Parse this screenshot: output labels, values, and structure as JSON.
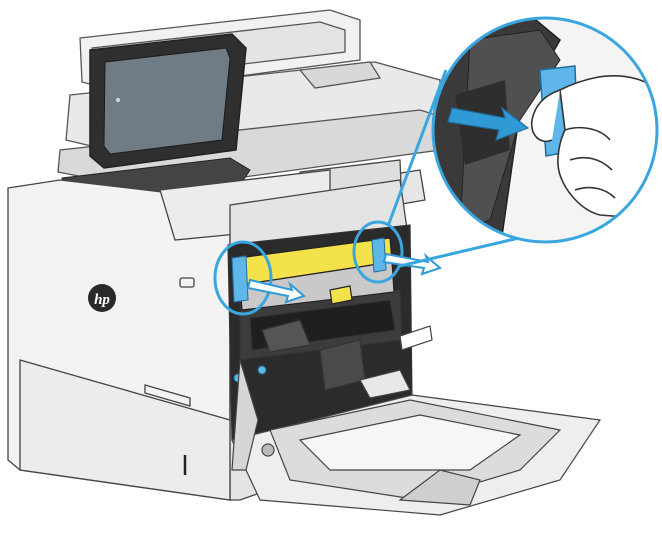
{
  "figure": {
    "subject": "printer-right-door-open-fuser-removal",
    "logo_text": "hp",
    "colors": {
      "body": "#ededed",
      "panel_dark": "#3a3a3a",
      "screen": "#6f7c86",
      "fuser_yellow": "#f4e24a",
      "handle_blue": "#5fb6e8",
      "arrow_blue": "#2f9ad6",
      "callout_line": "#3aa6e0",
      "interior": "#2b2b2b",
      "outline": "#444444"
    },
    "icons": [
      "pull-arrow-icon",
      "callout-circle",
      "fuser-handle"
    ]
  }
}
